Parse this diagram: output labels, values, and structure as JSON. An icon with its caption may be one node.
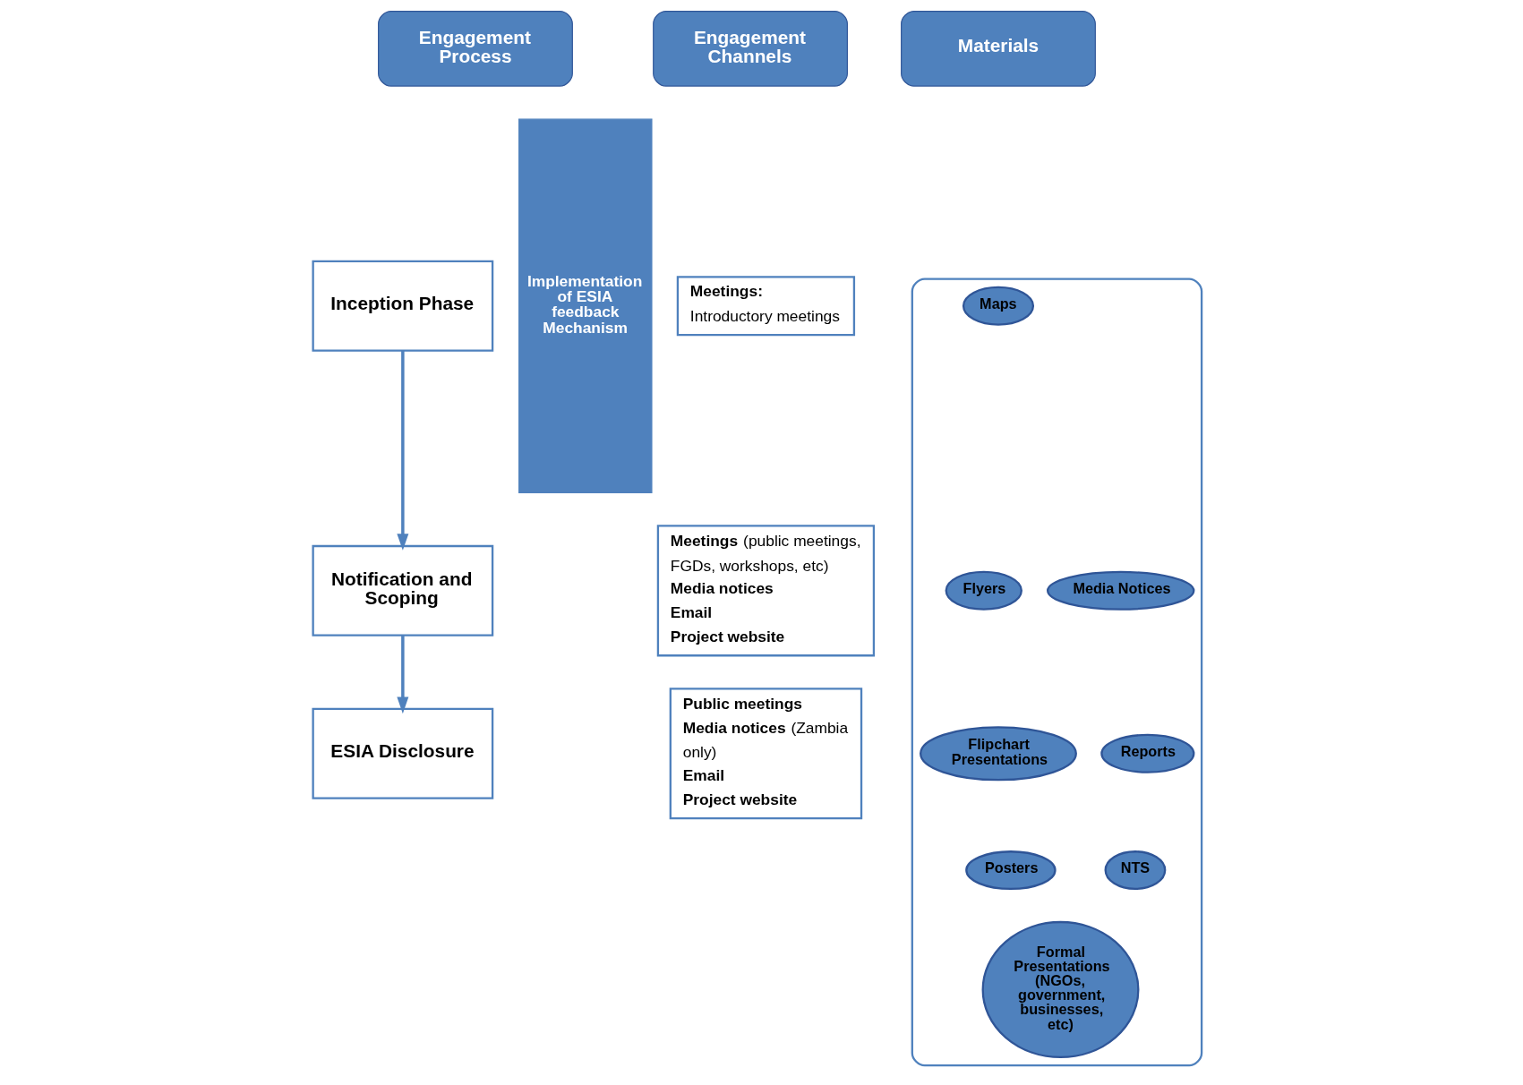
{
  "diagram": {
    "nodes": [
      {
        "text": [
          "Engagement Process"
        ]
      },
      {
        "text": [
          "Engagement Channels"
        ]
      },
      {
        "text": [
          "Materials"
        ]
      },
      {
        "text": [
          "Inception Phase"
        ]
      },
      {
        "text": [
          "Notification and Scoping"
        ]
      },
      {
        "text": [
          "ESIA Disclosure"
        ]
      },
      {
        "text": [
          "**Meetings:**",
          "Introductory meetings"
        ]
      },
      {
        "text": [
          "**Meetings** (public meetings, FGDs, workshops, etc)",
          "**Media notices**",
          "**Email**",
          "**Project website**"
        ]
      },
      {
        "text": [
          "**Public meetings**",
          "**Media notices** (Zambia only)",
          "**Email**",
          "**Project website**"
        ]
      },
      {
        "text": [],
        "shape": "ellipse"
      },
      {
        "text": [
          "Maps"
        ],
        "in": 9
      },
      {
        "text": [
          "Flyers"
        ],
        "in": 9
      },
      {
        "text": [
          "Media Notices"
        ],
        "in": 9
      },
      {
        "text": [
          "Flipchart Presentations"
        ],
        "in": 9
      },
      {
        "text": [
          "Reports"
        ],
        "in": 9
      },
      {
        "text": [
          "Posters"
        ],
        "in": 9
      },
      {
        "text": [
          "NTS"
        ],
        "in": 9
      },
      {
        "text": [
          "Formal Presentations (NGOs, government, businesses, etc)"
        ],
        "in": 9
      },
      {
        "text": [
          "Implementation of ESIA feedback Mechanism"
        ]
      }
    ],
    "edges": [
      {
        "from": 3,
        "to": 4,
        "arrow": "to"
      },
      {
        "from": 4,
        "to": 5,
        "arrow": "to"
      }
    ]
  }
}
